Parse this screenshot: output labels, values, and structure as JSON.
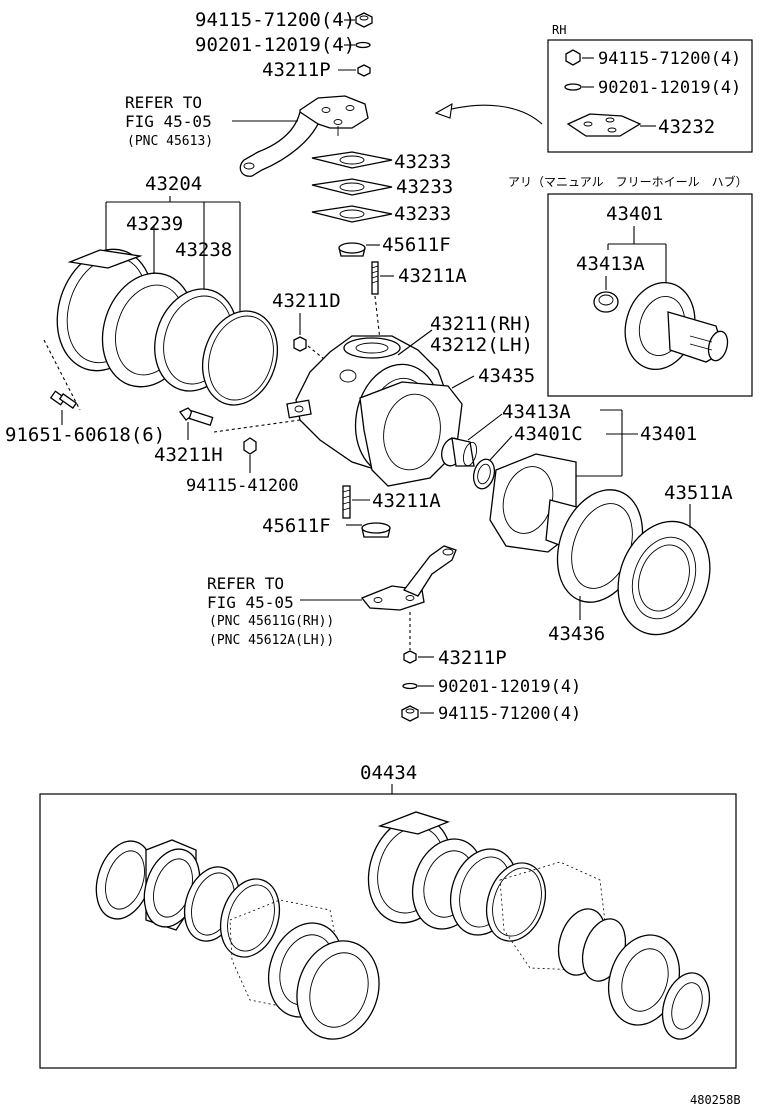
{
  "labels": {
    "nut_top": "94115-71200(4)",
    "washer_top": "90201-12019(4)",
    "stud_top": "43211P",
    "ref_upper_1": "REFER TO",
    "ref_upper_2": "FIG 45-05",
    "ref_upper_3": "(PNC 45613)",
    "shim_a": "43233",
    "shim_b": "43233",
    "shim_c": "43233",
    "cone_upper": "45611F",
    "stud_a_upper": "43211A",
    "seal_set": "43204",
    "seal_retainer": "43239",
    "felt_dust_seal": "43238",
    "bushing_d": "43211D",
    "knuckle_rh": "43211(RH)",
    "knuckle_lh": "43212(LH)",
    "gasket_435": "43435",
    "bolt_916": "91651-60618(6)",
    "bolt_h": "43211H",
    "nut_941": "94115-41200",
    "spindle_bush": "43413A",
    "spindle_seal": "43401C",
    "spindle": "43401",
    "stud_a_lower": "43211A",
    "cone_lower": "45611F",
    "hub_gasket": "43511A",
    "ref_lower_1": "REFER TO",
    "ref_lower_2": "FIG 45-05",
    "ref_lower_3": "(PNC 45611G(RH))",
    "ref_lower_4": "(PNC 45612A(LH))",
    "spindle_gasket": "43436",
    "stud_bottom": "43211P",
    "washer_bottom": "90201-12019(4)",
    "nut_bottom": "94115-71200(4)",
    "kit": "04434",
    "figure_code": "480258B"
  },
  "rh_box": {
    "title": "RH",
    "nut": "94115-71200(4)",
    "washer": "90201-12019(4)",
    "arm": "43232"
  },
  "hub_box": {
    "note": "アリ（マニュアル　フリーホイール　ハブ）",
    "spindle": "43401",
    "bushing": "43413A"
  }
}
